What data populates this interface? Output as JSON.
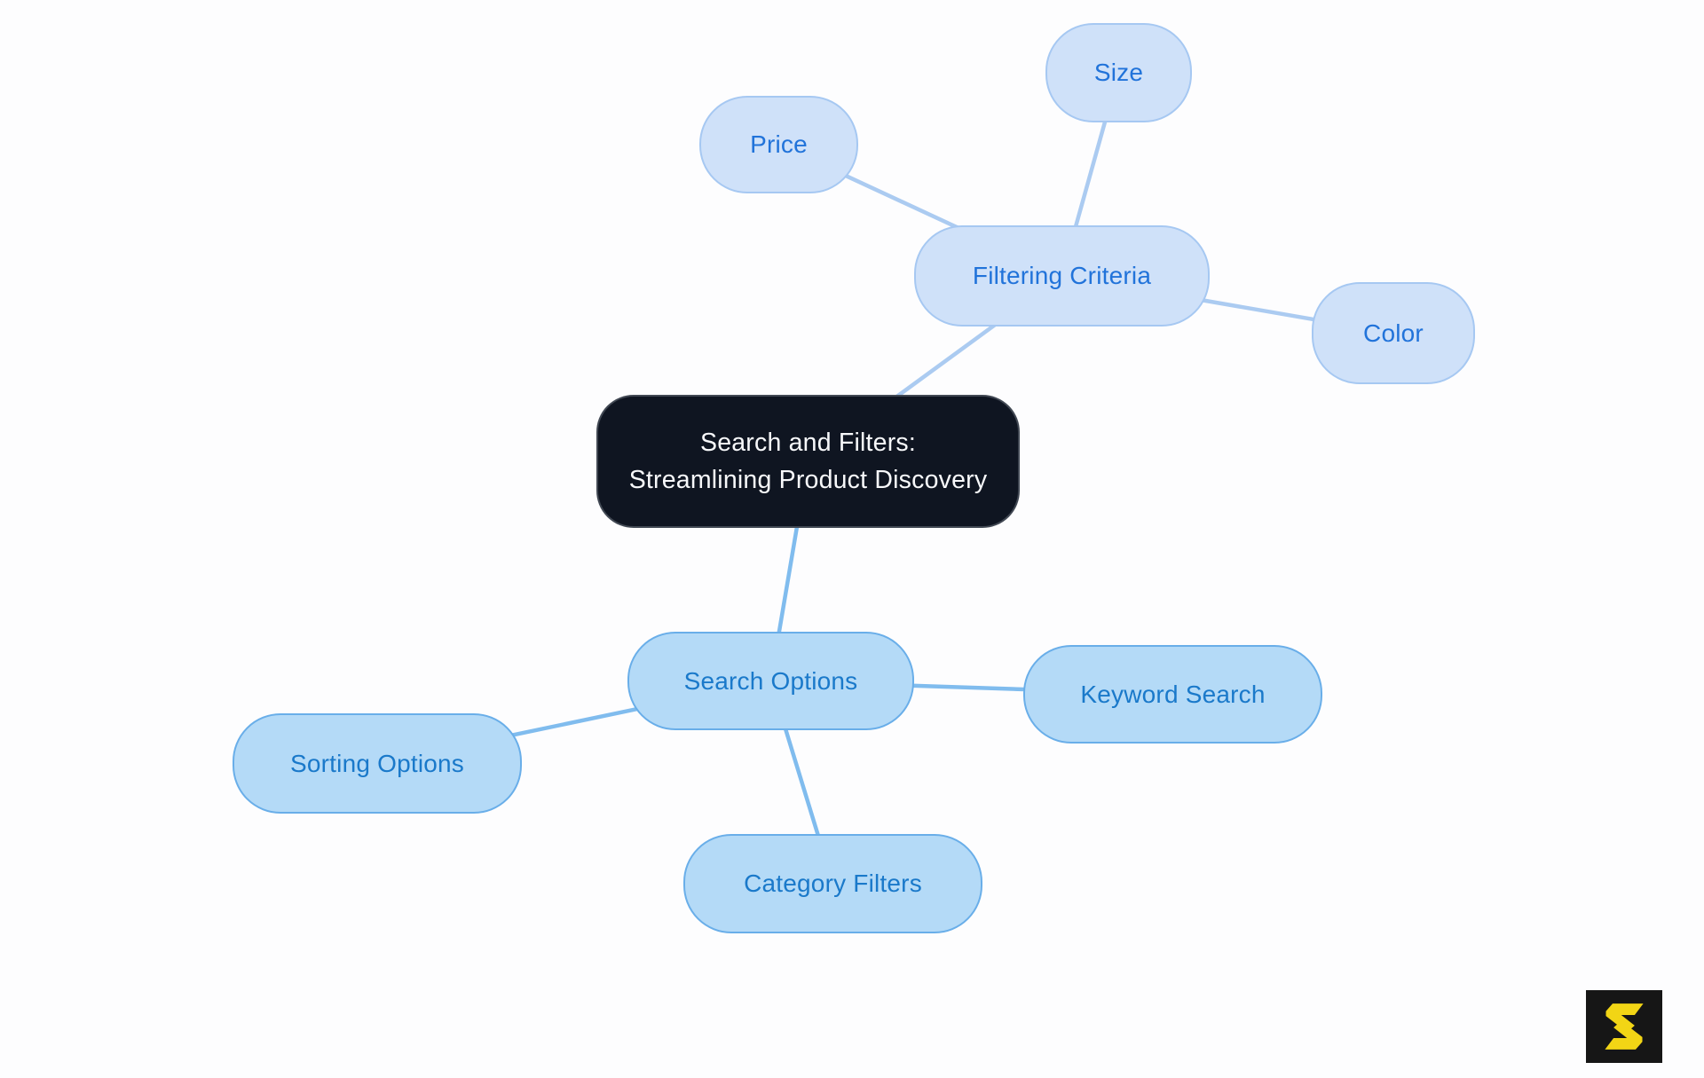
{
  "diagram_title": "Search and Filters: Streamlining Product Discovery",
  "nodes": {
    "central": {
      "line1": "Search and Filters:",
      "line2": "Streamlining Product Discovery"
    },
    "filtering_criteria": {
      "label": "Filtering Criteria"
    },
    "price": {
      "label": "Price"
    },
    "size": {
      "label": "Size"
    },
    "color": {
      "label": "Color"
    },
    "search_options": {
      "label": "Search Options"
    },
    "keyword_search": {
      "label": "Keyword Search"
    },
    "sorting_options": {
      "label": "Sorting Options"
    },
    "category_filters": {
      "label": "Category Filters"
    }
  },
  "structure": {
    "root": "Search and Filters: Streamlining Product Discovery",
    "branches": [
      {
        "name": "Filtering Criteria",
        "children": [
          "Price",
          "Size",
          "Color"
        ]
      },
      {
        "name": "Search Options",
        "children": [
          "Keyword Search",
          "Sorting Options",
          "Category Filters"
        ]
      }
    ]
  },
  "edges": [
    {
      "from": "central",
      "to": "filtering-criteria",
      "tone": "a"
    },
    {
      "from": "filtering-criteria",
      "to": "price",
      "tone": "a"
    },
    {
      "from": "filtering-criteria",
      "to": "size",
      "tone": "a"
    },
    {
      "from": "filtering-criteria",
      "to": "color",
      "tone": "a"
    },
    {
      "from": "central",
      "to": "search-options",
      "tone": "b"
    },
    {
      "from": "search-options",
      "to": "keyword-search",
      "tone": "b"
    },
    {
      "from": "search-options",
      "to": "sorting-options",
      "tone": "b"
    },
    {
      "from": "search-options",
      "to": "category-filters",
      "tone": "b"
    }
  ],
  "colors": {
    "background": "#fdfdfe",
    "central_fill": "#0f1521",
    "central_text": "#f7f8fa",
    "branch_a_fill": "#cfe1f9",
    "branch_a_border": "#a6c8f2",
    "branch_a_text": "#2173da",
    "edge_a": "#abcbf1",
    "branch_b_fill": "#b4daf7",
    "branch_b_border": "#69aee9",
    "branch_b_text": "#1a79ca",
    "edge_b": "#80bcee",
    "logo_bg": "#161616",
    "logo_glyph": "#f2d515"
  },
  "logo": {
    "letter": "S"
  }
}
